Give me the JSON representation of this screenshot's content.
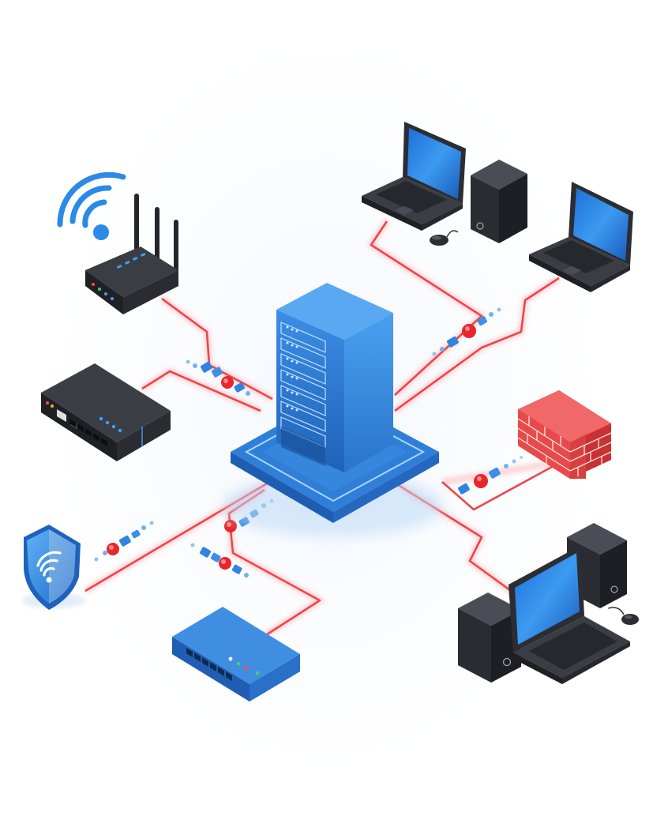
{
  "diagram": {
    "type": "isometric-network-topology",
    "center": {
      "node": "central-server",
      "icon": "server-rack-icon"
    },
    "nodes": [
      {
        "id": "wifi-router",
        "icon": "wifi-router-icon"
      },
      {
        "id": "network-switch-dark",
        "icon": "network-switch-icon"
      },
      {
        "id": "security-shield",
        "icon": "shield-wifi-icon"
      },
      {
        "id": "network-switch-blue",
        "icon": "network-switch-icon"
      },
      {
        "id": "laptop-tower-top",
        "icon": "laptop-with-tower-icon"
      },
      {
        "id": "laptop-right",
        "icon": "laptop-icon"
      },
      {
        "id": "firewall",
        "icon": "firewall-brick-wall-icon"
      },
      {
        "id": "workstation",
        "icon": "desktop-workstation-icon"
      }
    ],
    "connections": [
      {
        "from": "central-server",
        "to": "wifi-router"
      },
      {
        "from": "central-server",
        "to": "network-switch-dark"
      },
      {
        "from": "central-server",
        "to": "security-shield"
      },
      {
        "from": "central-server",
        "to": "network-switch-blue"
      },
      {
        "from": "central-server",
        "to": "laptop-tower-top"
      },
      {
        "from": "central-server",
        "to": "laptop-right"
      },
      {
        "from": "central-server",
        "to": "firewall"
      },
      {
        "from": "central-server",
        "to": "workstation"
      }
    ],
    "colors": {
      "link": "#f0444a",
      "link_glow": "#ffc2c4",
      "server_blue": "#2f7fd8",
      "server_blue_dark": "#1f5fb0",
      "device_dark": "#2b2d33",
      "packet_red": "#e8262c",
      "packet_blue": "#2f84e0",
      "brick": "#e84a4a"
    }
  }
}
